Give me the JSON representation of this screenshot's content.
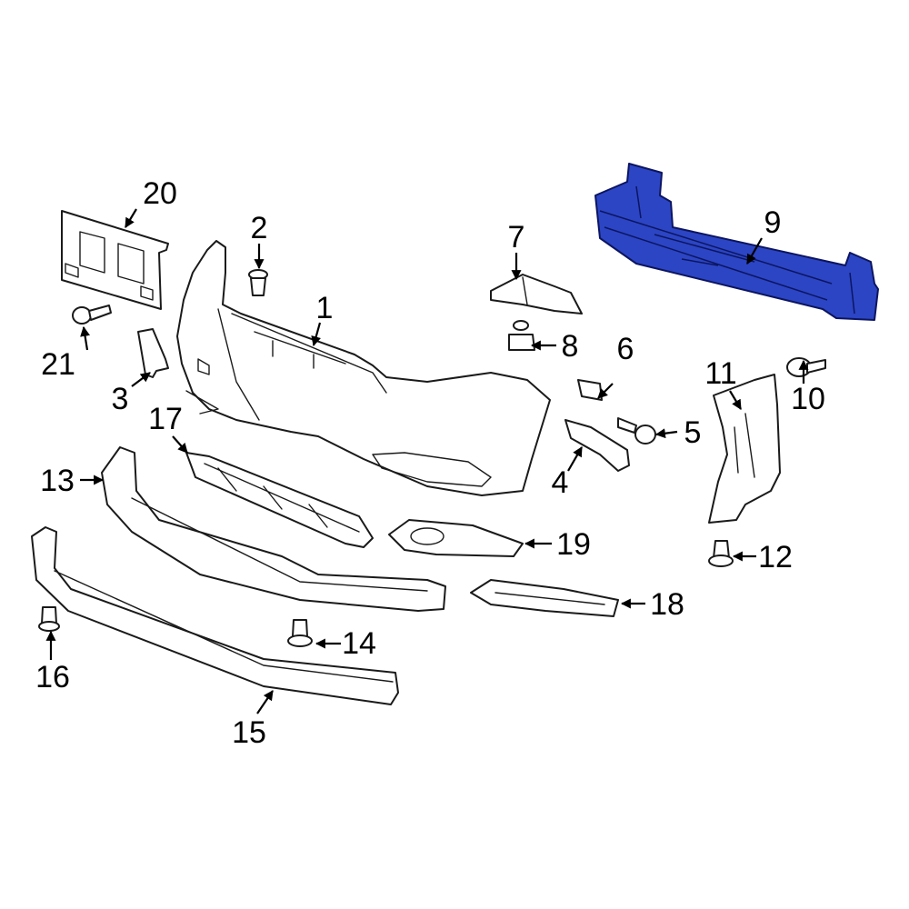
{
  "diagram": {
    "highlight_color": "#2b45c4",
    "callouts": [
      {
        "id": "1",
        "label": "1"
      },
      {
        "id": "2",
        "label": "2"
      },
      {
        "id": "3",
        "label": "3"
      },
      {
        "id": "4",
        "label": "4"
      },
      {
        "id": "5",
        "label": "5"
      },
      {
        "id": "6",
        "label": "6"
      },
      {
        "id": "7",
        "label": "7"
      },
      {
        "id": "8",
        "label": "8"
      },
      {
        "id": "9",
        "label": "9"
      },
      {
        "id": "10",
        "label": "10"
      },
      {
        "id": "11",
        "label": "11"
      },
      {
        "id": "12",
        "label": "12"
      },
      {
        "id": "13",
        "label": "13"
      },
      {
        "id": "14",
        "label": "14"
      },
      {
        "id": "15",
        "label": "15"
      },
      {
        "id": "16",
        "label": "16"
      },
      {
        "id": "17",
        "label": "17"
      },
      {
        "id": "18",
        "label": "18"
      },
      {
        "id": "19",
        "label": "19"
      },
      {
        "id": "20",
        "label": "20"
      },
      {
        "id": "21",
        "label": "21"
      }
    ]
  }
}
